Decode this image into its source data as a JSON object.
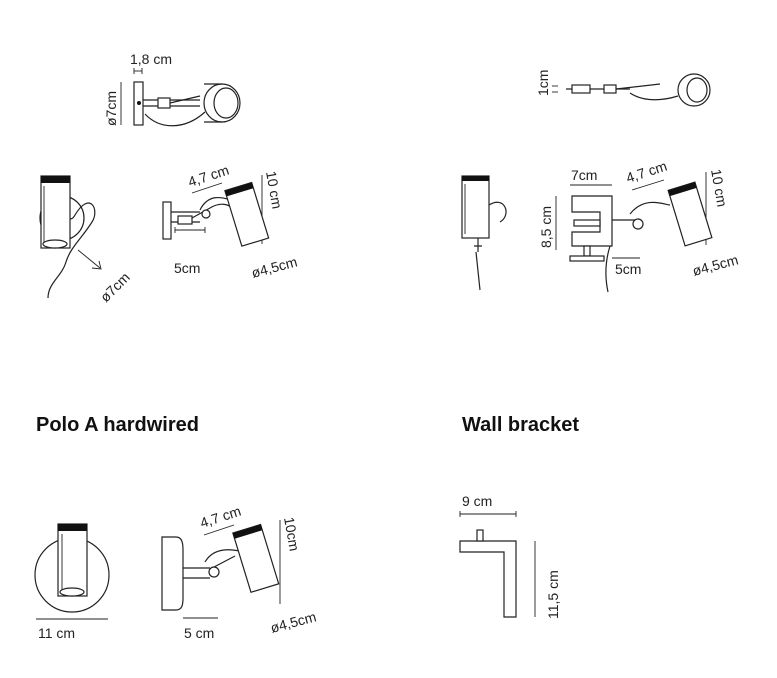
{
  "sections": {
    "polo_hardwired": {
      "title": "Polo A hardwired"
    },
    "wall_bracket": {
      "title": "Wall bracket"
    }
  },
  "dims": {
    "tl_top_depth": "1,8 cm",
    "tl_top_diam": "ø7cm",
    "tl_front_diam": "ø7cm",
    "tl_side_shade_w": "4,7 cm",
    "tl_side_h": "10 cm",
    "tl_side_arm": "5cm",
    "tl_side_diam": "ø4,5cm",
    "tr_top_depth": "1cm",
    "tr_side_clamp_w": "7cm",
    "tr_side_shade_w": "4,7 cm",
    "tr_side_h": "10 cm",
    "tr_side_clamp_h": "8,5 cm",
    "tr_side_arm": "5cm",
    "tr_side_diam": "ø4,5cm",
    "bl_front_diam": "11 cm",
    "bl_side_shade_w": "4,7 cm",
    "bl_side_h": "10cm",
    "bl_side_arm": "5 cm",
    "bl_side_diam": "ø4,5cm",
    "br_width": "9 cm",
    "br_height": "11,5 cm"
  }
}
